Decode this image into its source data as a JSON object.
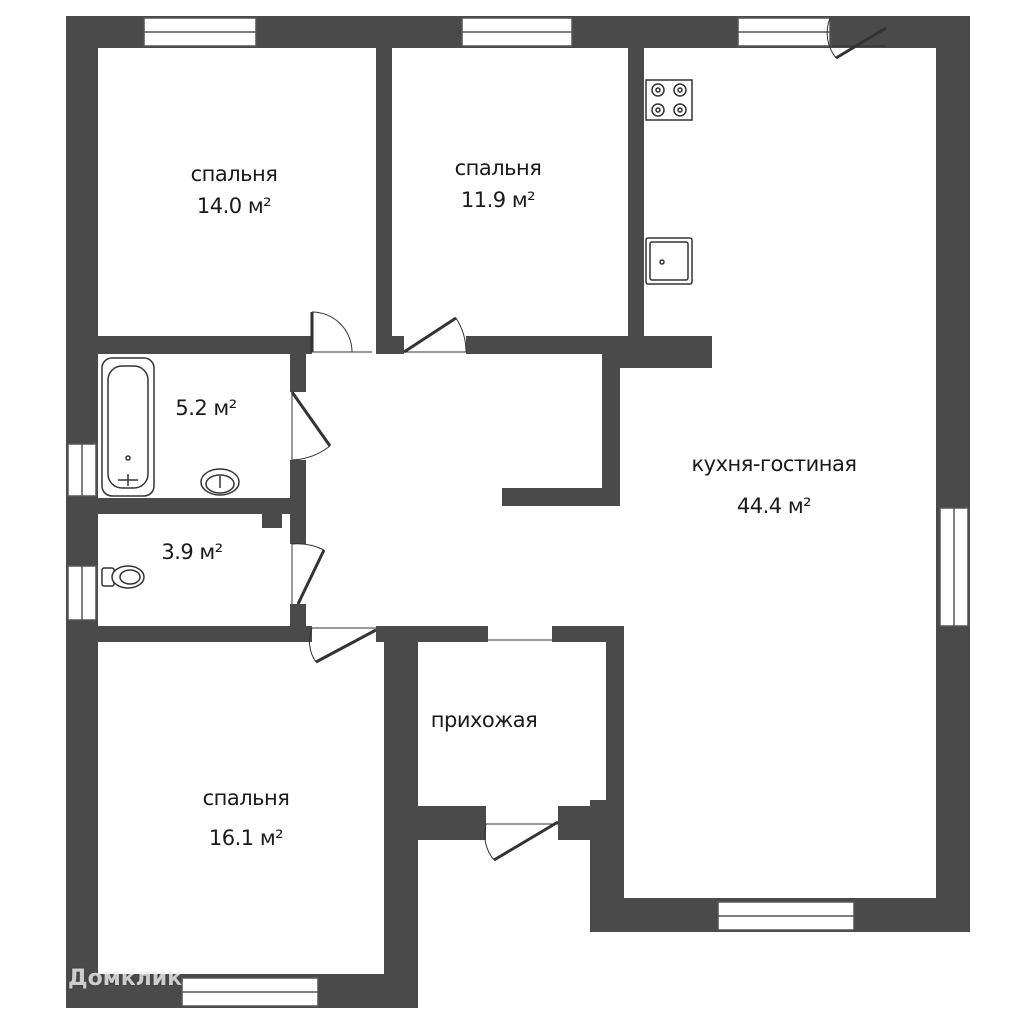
{
  "rooms": [
    {
      "id": "bedroom-1",
      "name": "спальня",
      "area": "14.0 м²"
    },
    {
      "id": "bedroom-2",
      "name": "спальня",
      "area": "11.9 м²"
    },
    {
      "id": "bathroom",
      "name": "",
      "area": "5.2 м²"
    },
    {
      "id": "toilet",
      "name": "",
      "area": "3.9 м²"
    },
    {
      "id": "kitchen-living",
      "name": "кухня-гостиная",
      "area": "44.4 м²"
    },
    {
      "id": "hallway",
      "name": "прихожая",
      "area": ""
    },
    {
      "id": "bedroom-3",
      "name": "спальня",
      "area": "16.1 м²"
    }
  ],
  "watermark": "Домклик",
  "colors": {
    "wall": "#4a4a4a",
    "floor": "#ffffff",
    "fixture": "#333333"
  }
}
